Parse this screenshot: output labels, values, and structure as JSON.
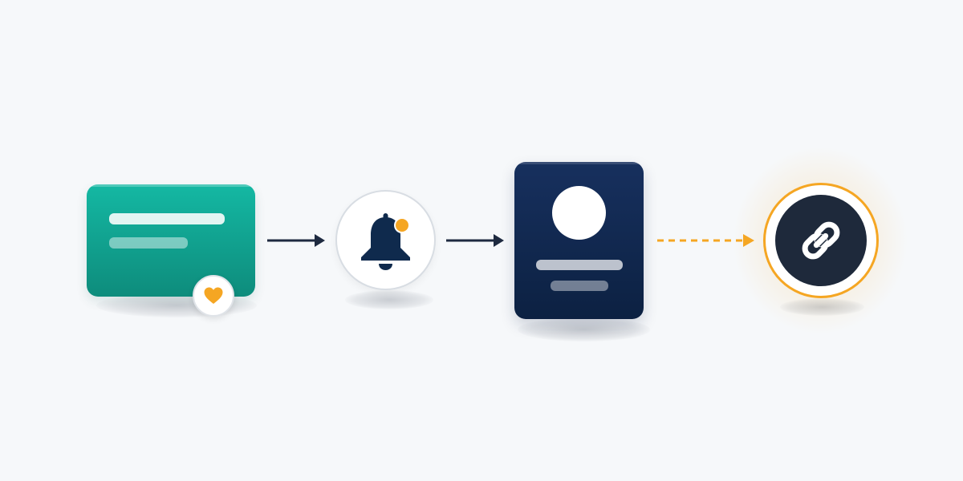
{
  "diagram": {
    "nodes": [
      {
        "id": "post-card",
        "icon": "heart-icon"
      },
      {
        "id": "notification",
        "icon": "bell-icon"
      },
      {
        "id": "profile-card",
        "icon": "avatar-icon"
      },
      {
        "id": "link",
        "icon": "link-icon"
      }
    ],
    "edges": [
      {
        "from": "post-card",
        "to": "notification",
        "style": "solid"
      },
      {
        "from": "notification",
        "to": "profile-card",
        "style": "solid"
      },
      {
        "from": "profile-card",
        "to": "link",
        "style": "dashed"
      }
    ]
  },
  "colors": {
    "background": "#f6f8fa",
    "post_card_top": "#14b8a3",
    "post_card_bottom": "#0e8c7c",
    "profile_card_top": "#17305e",
    "profile_card_bottom": "#0c2142",
    "navy": "#0f2a4d",
    "accent_orange": "#f5a623",
    "link_core": "#1e293b",
    "arrow_dark": "#1e2a40"
  }
}
